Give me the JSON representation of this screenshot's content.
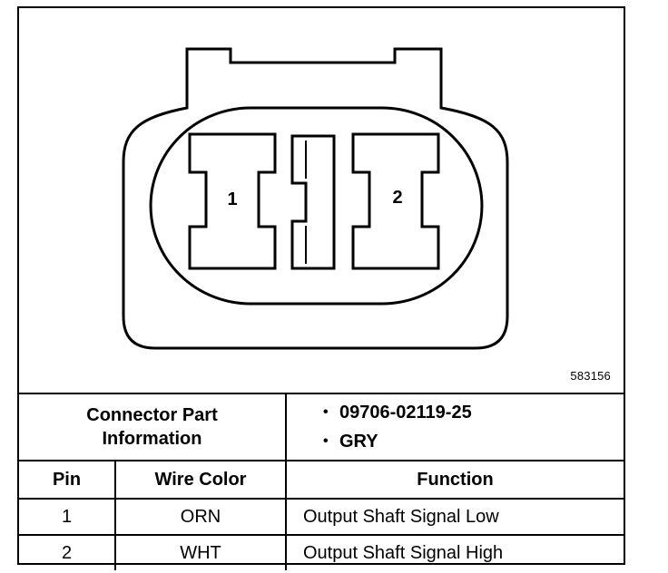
{
  "diagram": {
    "pin_labels": [
      "1",
      "2"
    ],
    "figure_id": "583156"
  },
  "connector_info": {
    "label_line1": "Connector Part",
    "label_line2": "Information",
    "part_number": "09706-02119-25",
    "color": "GRY",
    "bullet": "•"
  },
  "pinout": {
    "headers": [
      "Pin",
      "Wire Color",
      "Function"
    ],
    "rows": [
      {
        "pin": "1",
        "wire_color": "ORN",
        "function": "Output Shaft Signal Low"
      },
      {
        "pin": "2",
        "wire_color": "WHT",
        "function": "Output Shaft Signal High"
      }
    ]
  }
}
